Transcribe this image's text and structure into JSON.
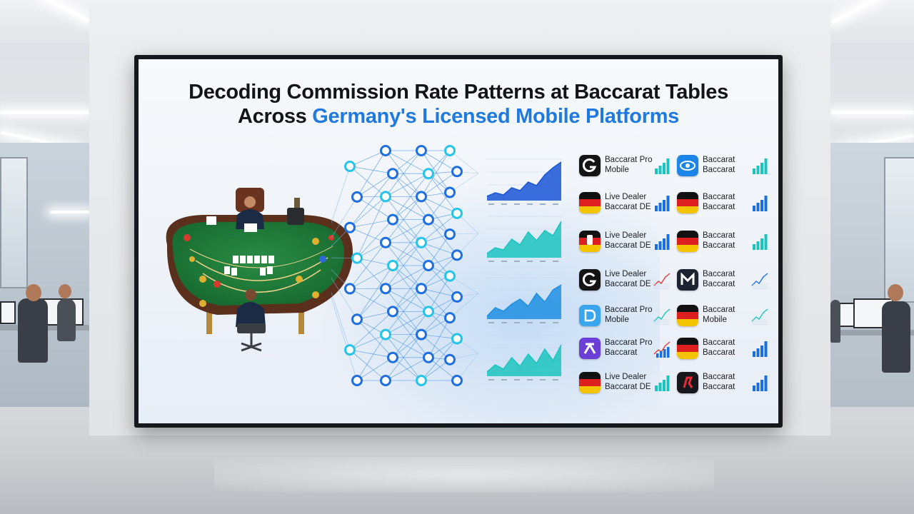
{
  "title_line1": "Decoding Commission Rate Patterns at Baccarat Tables",
  "title_line2_prefix": "Across ",
  "title_line2_accent": "Germany's Licensed Mobile Platforms",
  "colors": {
    "accent": "#1f7ae0",
    "table_felt": "#1f7a3a",
    "node_blue": "#1f6fe0",
    "node_cyan": "#25c4e8",
    "chart_blue": "#1a55d6",
    "chart_teal": "#1cc4c0"
  },
  "apps": [
    {
      "icon": "g-logo-icon",
      "line1": "Baccarat Pro",
      "line2": "Mobile",
      "trend": "bars-teal"
    },
    {
      "icon": "eye-logo-icon",
      "line1": "Baccarat",
      "line2": "Baccarat",
      "trend": "bars-teal"
    },
    {
      "icon": "german-flag-icon",
      "line1": "Live Dealer",
      "line2": "Baccarat DE",
      "trend": "bars-blue"
    },
    {
      "icon": "german-flag-icon",
      "line1": "Baccarat",
      "line2": "Baccarat",
      "trend": "bars-blue"
    },
    {
      "icon": "german-flag-crest-icon",
      "line1": "Live Dealer",
      "line2": "Baccarat DE",
      "trend": "bars-blue"
    },
    {
      "icon": "german-flag-icon",
      "line1": "Baccarat",
      "line2": "Baccarat",
      "trend": "bars-teal"
    },
    {
      "icon": "g-logo-icon",
      "line1": "Live Dealer",
      "line2": "Baccarat DE",
      "trend": "line-red"
    },
    {
      "icon": "m-logo-icon",
      "line1": "Baccarat",
      "line2": "Baccarat",
      "trend": "line-blue"
    },
    {
      "icon": "d-logo-icon",
      "line1": "Baccarat Pro",
      "line2": "Mobile",
      "trend": "line-teal"
    },
    {
      "icon": "german-flag-icon",
      "line1": "Baccarat",
      "line2": "Mobile",
      "trend": "line-teal"
    },
    {
      "icon": "arrow-logo-icon",
      "line1": "Baccarat Pro",
      "line2": "Baccarat",
      "trend": "line-red-bars"
    },
    {
      "icon": "german-flag-icon",
      "line1": "Baccarat",
      "line2": "Baccarat",
      "trend": "bars-blue"
    },
    {
      "icon": "german-flag-icon",
      "line1": "Live Dealer",
      "line2": "Baccarat DE",
      "trend": "bars-teal"
    },
    {
      "icon": "red-logo-icon",
      "line1": "Baccarat",
      "line2": "Baccarat",
      "trend": "bars-blue"
    }
  ]
}
